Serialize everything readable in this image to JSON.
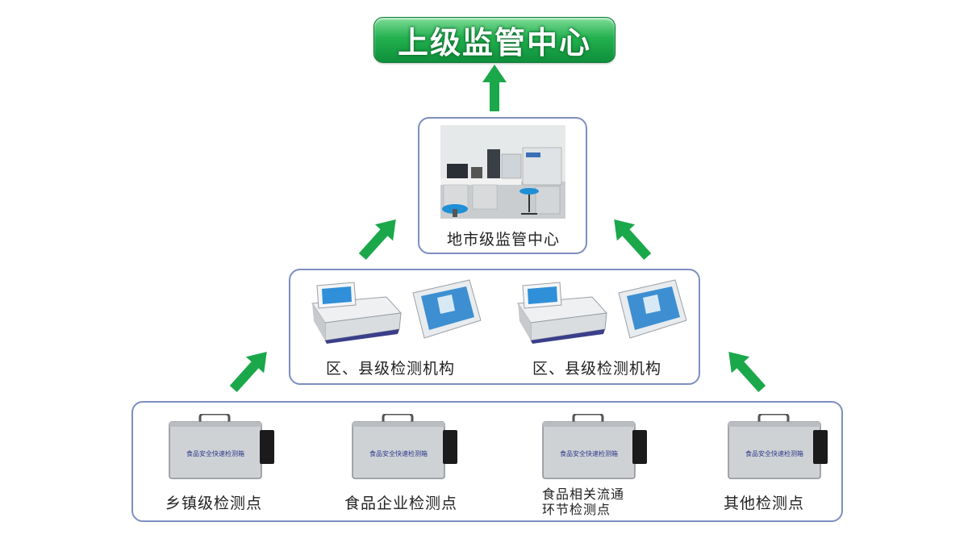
{
  "top_center": {
    "title": "上级监管中心"
  },
  "city_level": {
    "label": "地市级监管中心"
  },
  "district_level": {
    "labels": [
      "区、县级检测机构",
      "区、县级检测机构"
    ]
  },
  "local_level": {
    "labels": [
      "乡镇级检测点",
      "食品企业检测点",
      "食品相关流通",
      "环节检测点",
      "其他检测点"
    ],
    "case_caption": "食品安全快速检测箱"
  },
  "colors": {
    "arrow_green": "#1aa84a",
    "box_border": "#7d8fc0",
    "banner_green": "#23b14f"
  }
}
